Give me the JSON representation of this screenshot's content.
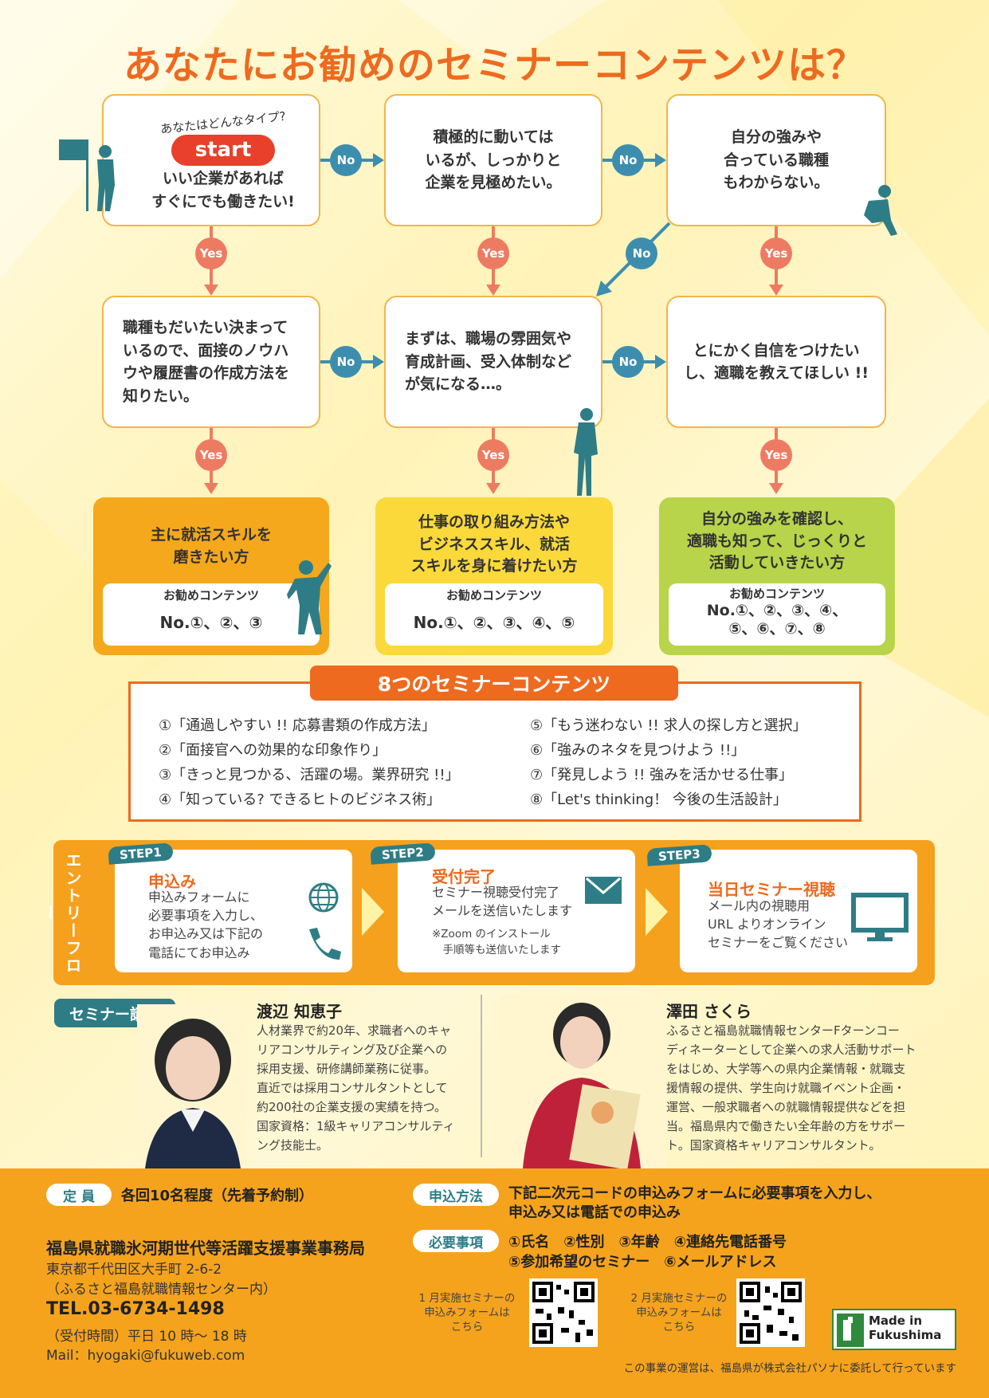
{
  "title": "あなたにお勧めのセミナーコンテンツは？",
  "flow": {
    "start_question": "あなたはどんなタイプ?",
    "start_label": "start",
    "no": "No",
    "yes": "Yes",
    "q1": "いい企業があれば\nすぐにでも働きたい!",
    "q2": "積極的に動いては\nいるが、しっかりと\n企業を見極めたい。",
    "q3": "自分の強みや\n合っている職種\nもわからない。",
    "q4": "職種もだいたい決まって\nいるので、面接のノウハ\nウや履歴書の作成方法を\n知りたい。",
    "q5": "まずは、職場の雰囲気や\n育成計画、受入体制など\nが気になる…。",
    "q6": "とにかく自信をつけたい\nし、適職を教えてほしい !!"
  },
  "results": [
    {
      "title": "主に就活スキルを\n磨きたい方",
      "label": "お勧めコンテンツ",
      "value": "No.①、②、③",
      "color": "#f5a81c"
    },
    {
      "title": "仕事の取り組み方法や\nビジネススキル、就活\nスキルを身に着けたい方",
      "label": "お勧めコンテンツ",
      "value": "No.①、②、③、④、⑤",
      "color": "#fbd93a"
    },
    {
      "title": "自分の強みを確認し、\n適職も知って、じっくりと\n活動していきたい方",
      "label": "お勧めコンテンツ",
      "value": "No.①、②、③、④、\n⑤、⑥、⑦、⑧",
      "color": "#b8d44a"
    }
  ],
  "seminars": {
    "title": "8つのセミナーコンテンツ",
    "items": [
      "①「通過しやすい !! 応募書類の作成方法」",
      "②「面接官への効果的な印象作り」",
      "③「きっと見つかる、活躍の場。業界研究 !!」",
      "④「知っている? できるヒトのビジネス術」",
      "⑤「もう迷わない !! 求人の探し方と選択」",
      "⑥「強みのネタを見つけよう !!」",
      "⑦「発見しよう !! 強みを活かせる仕事」",
      "⑧「Let's thinking！ 今後の生活設計」"
    ]
  },
  "entry": {
    "side_label": "エントリーフロー",
    "steps": [
      {
        "tag": "STEP1",
        "head": "申込み",
        "text": "申込みフォームに\n必要事項を入力し、\nお申込み又は下記の\n電話にてお申込み",
        "note": ""
      },
      {
        "tag": "STEP2",
        "head": "受付完了",
        "text": "セミナー視聴受付完了\nメールを送信いたします",
        "note": "※Zoom のインストール\n　手順等も送信いたします"
      },
      {
        "tag": "STEP3",
        "head": "当日セミナー視聴",
        "text": "メール内の視聴用\nURL よりオンライン\nセミナーをご覧ください",
        "note": ""
      }
    ]
  },
  "lecturers": {
    "tag": "セミナー講師",
    "people": [
      {
        "name": "渡辺 知恵子",
        "bio": "人材業界で約20年、求職者へのキャ\nリアコンサルティング及び企業への\n採用支援、研修講師業務に従事。\n直近では採用コンサルタントとして\n約200社の企業支援の実績を持つ。\n国家資格：1級キャリアコンサルティ\nング技能士。"
      },
      {
        "name": "澤田 さくら",
        "bio": "ふるさと福島就職情報センターFターンコー\nディネーターとして企業への求人活動サポート\nをはじめ、大学等への県内企業情報・就職支\n援情報の提供、学生向け就職イベント企画・\n運営、一般求職者への就職情報提供などを担\n当。福島県内で働きたい全年齢の方をサポー\nト。国家資格キャリアコンサルタント。"
      }
    ]
  },
  "info": {
    "capacity_tag": "定 員",
    "capacity": "各回10名程度（先着予約制）",
    "office": "福島県就職氷河期世代等活躍支援事業事務局",
    "address1": "東京都千代田区大手町 2-6-2",
    "address2": "（ふるさと福島就職情報センター内）",
    "tel": "TEL.03-6734-1498",
    "hours": "（受付時間）平日 10 時～ 18 時",
    "mail": "Mail：hyogaki@fukuweb.com",
    "method_tag": "申込方法",
    "method": "下記二次元コードの申込みフォームに必要事項を入力し、\n申込み又は電話での申込み",
    "req_tag": "必要事項",
    "req1": "①氏名　②性別　③年齢　④連絡先電話番号",
    "req2": "⑤参加希望のセミナー　⑥メールアドレス",
    "qr1": "1 月実施セミナーの\n申込みフォームは\nこちら",
    "qr2": "2 月実施セミナーの\n申込みフォームは\nこちら",
    "badge": "Made in\nFukushima",
    "footer": "この事業の運営は、福島県が株式会社パソナに委託して行っています"
  }
}
